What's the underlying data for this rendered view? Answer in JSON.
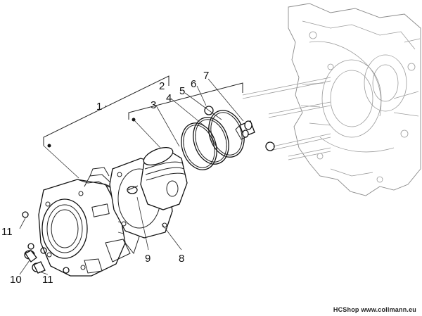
{
  "callouts": {
    "c1": "1",
    "c2": "2",
    "c3": "3",
    "c4": "4",
    "c5": "5",
    "c6": "6",
    "c7": "7",
    "c8": "8",
    "c9": "9",
    "c10": "10",
    "c11a": "11",
    "c11b": "11"
  },
  "watermark": {
    "brand": "HCShop",
    "site": "www.collmann.eu"
  }
}
